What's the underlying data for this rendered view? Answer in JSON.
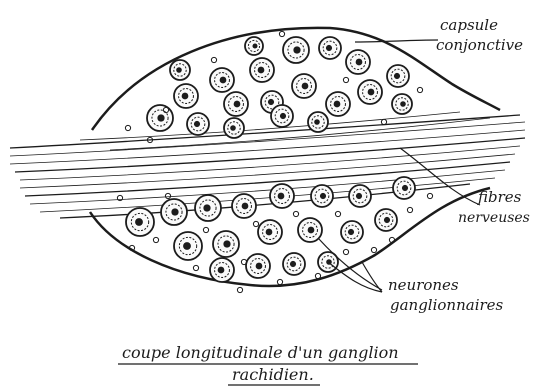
{
  "labels": {
    "capsule": [
      "capsule",
      "conjonctive"
    ],
    "fibres": [
      "fibres",
      "nerveuses"
    ],
    "neurones": [
      "neurones",
      "ganglionnaires"
    ]
  },
  "caption": [
    "coupe longitudinale d'un ganglion",
    "rachidien."
  ],
  "colors": {
    "ink": "#1c1c1c",
    "paper": "#ffffff"
  }
}
